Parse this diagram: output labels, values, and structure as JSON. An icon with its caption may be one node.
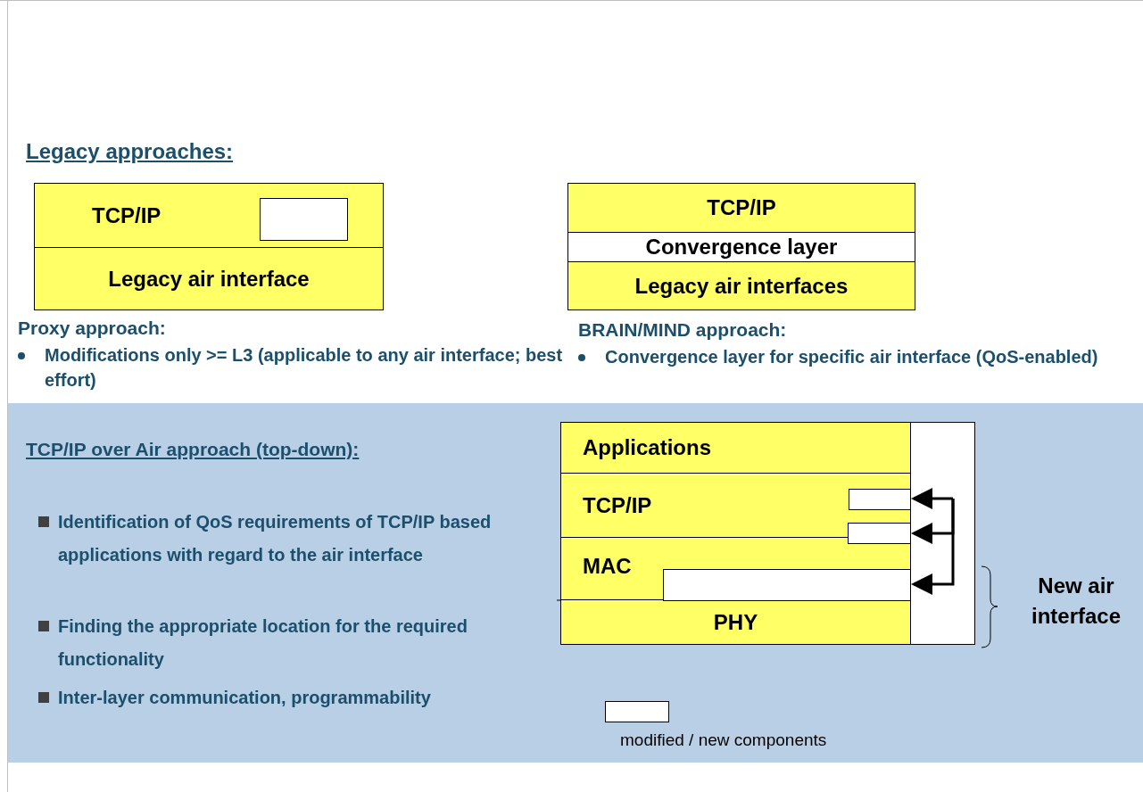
{
  "diagram": {
    "nodes": [
      {
        "text": [
          "TCP/IP"
        ]
      },
      {
        "text": [],
        "shape": "box",
        "in": 0
      },
      {
        "text": [
          "Legacy air interface"
        ]
      },
      {
        "text": [
          "TCP/IP"
        ]
      },
      {
        "text": [
          "Convergence layer"
        ]
      },
      {
        "text": [
          "Legacy air interfaces"
        ]
      },
      {
        "text": [
          "Applications"
        ]
      },
      {
        "text": [
          "TCP/IP"
        ]
      },
      {
        "text": [],
        "shape": "box",
        "in": 7
      },
      {
        "text": [],
        "shape": "box"
      },
      {
        "text": [
          "MAC"
        ]
      },
      {
        "text": [],
        "shape": "box",
        "in": 10
      },
      {
        "text": [
          "PHY"
        ]
      },
      {
        "text": [],
        "shape": "box"
      }
    ],
    "edges": [
      {
        "from": 13,
        "to": 8,
        "arrow": "to"
      },
      {
        "from": 13,
        "to": 9,
        "arrow": "to"
      },
      {
        "from": 13,
        "to": 11,
        "arrow": "to"
      }
    ],
    "labels": [
      "Legacy approaches:",
      "Proxy approach:",
      "Modifications only >= L3 (applicable to any air interface; best effort)",
      "BRAIN/MIND approach:",
      "Convergence layer for specific air interface (QoS-enabled)",
      "TCP/IP over Air approach (top-down):",
      "Identification of QoS requirements of TCP/IP based applications with regard to the air interface",
      "Finding the appropriate location for the required functionality",
      "Inter-layer communication, programmability",
      "New air interface"
    ],
    "legend": [
      {
        "text": "modified / new components",
        "color": "#ffffff"
      }
    ]
  }
}
